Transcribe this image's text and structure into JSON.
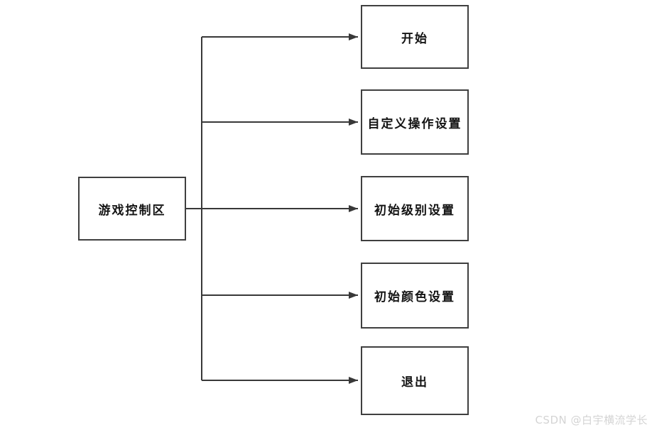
{
  "diagram": {
    "title": "game-control-area-flowchart",
    "root": {
      "label": "游戏控制区"
    },
    "targets": [
      {
        "label": "开始"
      },
      {
        "label": "自定义操作设置"
      },
      {
        "label": "初始级别设置"
      },
      {
        "label": "初始颜色设置"
      },
      {
        "label": "退出"
      }
    ],
    "edges": [
      {
        "from": "游戏控制区",
        "to": "开始"
      },
      {
        "from": "游戏控制区",
        "to": "自定义操作设置"
      },
      {
        "from": "游戏控制区",
        "to": "初始级别设置"
      },
      {
        "from": "游戏控制区",
        "to": "初始颜色设置"
      },
      {
        "from": "游戏控制区",
        "to": "退出"
      }
    ]
  },
  "watermark": {
    "text": "CSDN @白宇横流学长"
  },
  "colors": {
    "background": "#ffffff",
    "line": "#383838",
    "box_border": "#3f3f3f",
    "text": "#141414",
    "watermark": "#d4d4d4"
  }
}
